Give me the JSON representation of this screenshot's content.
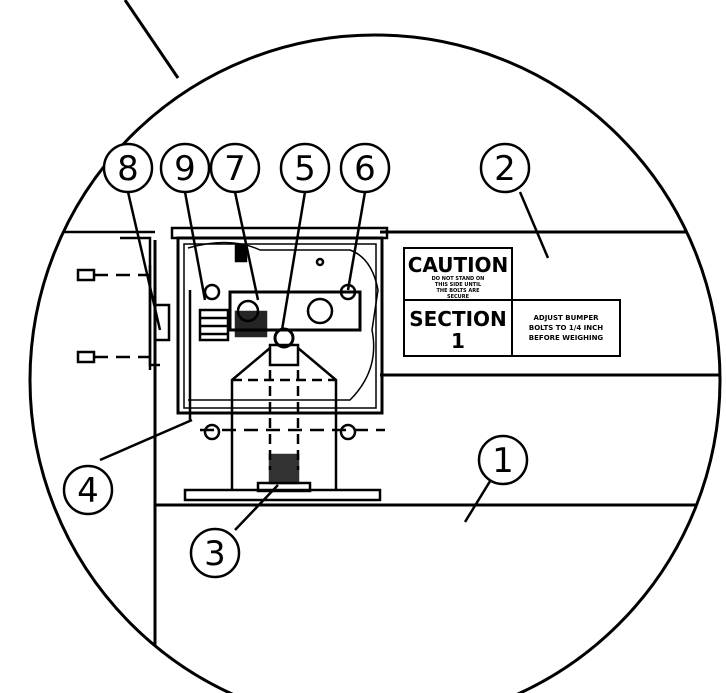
{
  "diagram": {
    "callouts": [
      {
        "id": "1",
        "label": "1"
      },
      {
        "id": "2",
        "label": "2"
      },
      {
        "id": "3",
        "label": "3"
      },
      {
        "id": "4",
        "label": "4"
      },
      {
        "id": "5",
        "label": "5"
      },
      {
        "id": "6",
        "label": "6"
      },
      {
        "id": "7",
        "label": "7"
      },
      {
        "id": "8",
        "label": "8"
      },
      {
        "id": "9",
        "label": "9"
      }
    ],
    "caution_label": {
      "title": "CAUTION",
      "line1": "DO NOT STAND ON",
      "line2": "THIS SIDE UNTIL",
      "line3": "THE BOLTS ARE",
      "line4": "SECURE"
    },
    "section_label": {
      "title": "SECTION",
      "number": "1"
    },
    "adjust_label": {
      "line1": "ADJUST BUMPER",
      "line2": "BOLTS TO 1/4 INCH",
      "line3": "BEFORE WEIGHING"
    }
  }
}
